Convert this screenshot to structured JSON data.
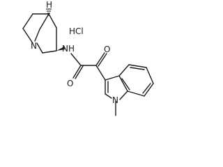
{
  "molecule": {
    "atom_labels": {
      "bridgehead_n": "N",
      "stereo_h": "H",
      "amide_nh": "NH",
      "amide_o": "O",
      "ketone_o": "O",
      "indole_n": "N"
    },
    "salt": "HCl"
  }
}
